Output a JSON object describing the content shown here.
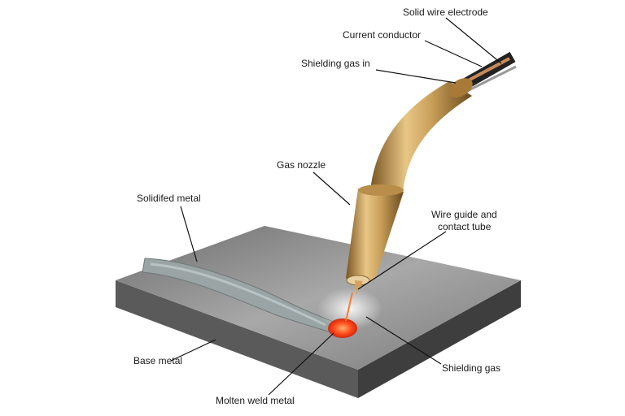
{
  "labels": {
    "solid_wire_electrode": "Solid wire electrode",
    "current_conductor": "Current conductor",
    "shielding_gas_in": "Shielding gas in",
    "gas_nozzle": "Gas nozzle",
    "solidified_metal": "Solidifed metal",
    "wire_guide_line1": "Wire guide and",
    "wire_guide_line2": "contact tube",
    "base_metal": "Base metal",
    "molten_weld_metal": "Molten weld metal",
    "shielding_gas": "Shielding gas"
  },
  "colors": {
    "plate": "#8a8a8a",
    "torch": "#c9a05a",
    "molten": "#ff4a1a",
    "bead": "#9aa4a4"
  }
}
